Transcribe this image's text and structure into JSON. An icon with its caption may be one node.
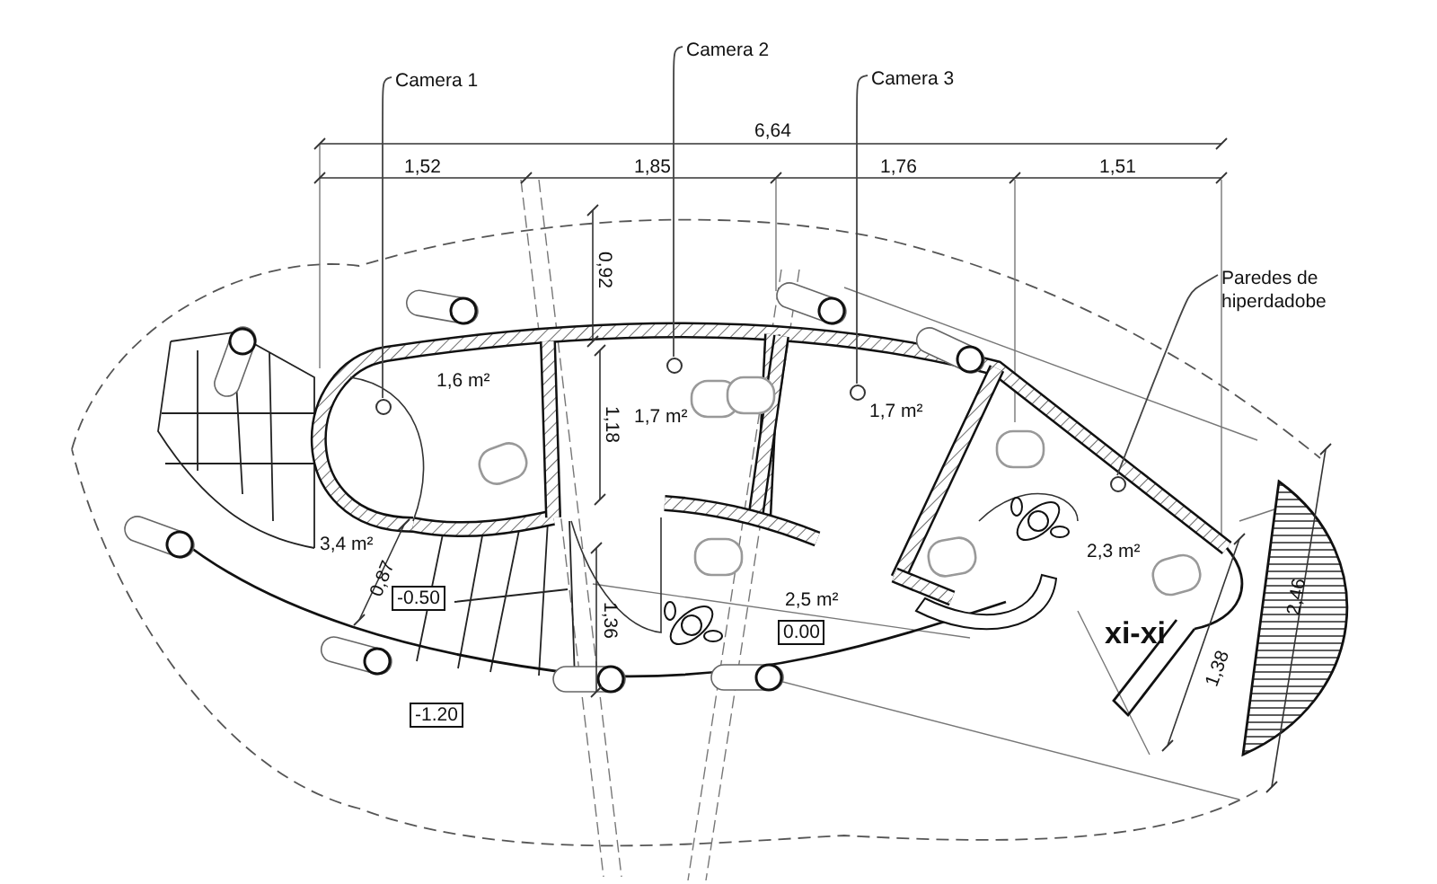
{
  "diagram": {
    "nodes": [
      {
        "text": [
          "Camera 1"
        ]
      },
      {
        "text": [
          "Camera 2"
        ]
      },
      {
        "text": [
          "Camera 3"
        ]
      },
      {
        "text": [
          "Paredes de hiperdadobe"
        ]
      },
      {
        "text": [],
        "shape": "circle"
      },
      {
        "text": [],
        "shape": "circle"
      },
      {
        "text": [],
        "shape": "circle"
      },
      {
        "text": [],
        "shape": "circle"
      }
    ],
    "edges": [
      {
        "from": 0,
        "to": 4,
        "arrow": "none"
      },
      {
        "from": 1,
        "to": 5,
        "arrow": "none"
      },
      {
        "from": 2,
        "to": 6,
        "arrow": "none"
      },
      {
        "from": 3,
        "to": 7,
        "arrow": "none"
      }
    ],
    "labels": [
      "6,64",
      "1,52",
      "1,85",
      "1,76",
      "1,51",
      "0,92",
      "1,6 m²",
      "1,7 m²",
      "1,18",
      "1,7 m²",
      "2,3 m²",
      "2,46",
      "3,4 m²",
      "0,87",
      "-0.50",
      "1,36",
      "2,5 m²",
      "0.00",
      "xi-xi",
      "1,38",
      "-1.20"
    ]
  }
}
